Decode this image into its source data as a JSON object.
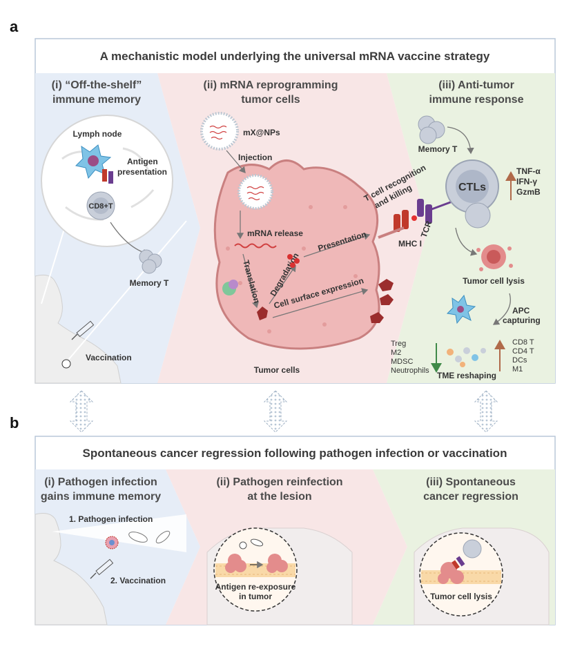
{
  "panel_a": {
    "letter": "a",
    "title": "A mechanistic model underlying the universal mRNA vaccine strategy",
    "sections": [
      {
        "line1": "(i) “Off-the-shelf”",
        "line2": "immune memory"
      },
      {
        "line1": "(ii) mRNA reprogramming",
        "line2": "tumor cells"
      },
      {
        "line1": "(iii) Anti-tumor",
        "line2": "immune response"
      }
    ],
    "left": {
      "lymph_node": "Lymph node",
      "antigen_presentation_1": "Antigen",
      "antigen_presentation_2": "presentation",
      "cd8t": "CD8+T",
      "memory_t": "Memory T",
      "vaccination": "Vaccination"
    },
    "middle": {
      "nps": "mX@NPs",
      "injection": "Injection",
      "mrna_release": "mRNA release",
      "translation": "Translation",
      "degradation": "Degradation",
      "presentation": "Presentation",
      "surface_expression": "Cell surface expression",
      "tumor_cells": "Tumor cells",
      "recognition_1": "T cell recognition",
      "recognition_2": "and killing",
      "mhc": "MHC I",
      "tcr": "TCR"
    },
    "right": {
      "memory_t": "Memory T",
      "ctls": "CTLs",
      "cytokines": [
        "TNF-α",
        "IFN-γ",
        "GzmB"
      ],
      "tumor_lysis": "Tumor cell lysis",
      "apc_1": "APC",
      "apc_2": "capturing",
      "down_list": [
        "Treg",
        "M2",
        "MDSC",
        "Neutrophils"
      ],
      "up_list": [
        "CD8 T",
        "CD4 T",
        "DCs",
        "M1"
      ],
      "tme": "TME reshaping"
    }
  },
  "panel_b": {
    "letter": "b",
    "title": "Spontaneous cancer regression following pathogen infection or vaccination",
    "sections": [
      {
        "line1": "(i) Pathogen infection",
        "line2": "gains immune memory"
      },
      {
        "line1": "(ii) Pathogen reinfection",
        "line2": "at the lesion"
      },
      {
        "line1": "(iii) Spontaneous",
        "line2": "cancer regression"
      }
    ],
    "step1": "1. Pathogen infection",
    "step2": "2. Vaccination",
    "reexposure_1": "Antigen re-exposure",
    "reexposure_2": "in tumor",
    "lysis": "Tumor cell lysis"
  },
  "colors": {
    "blue_band": "#e6edf7",
    "pink_band": "#f8e6e6",
    "green_band": "#eaf2e1",
    "tumor": "#efb8b8",
    "tumor_edge": "#c98080",
    "border": "#b9c7d8",
    "up_arrow": "#b06a4a",
    "down_arrow": "#3f8a48"
  }
}
